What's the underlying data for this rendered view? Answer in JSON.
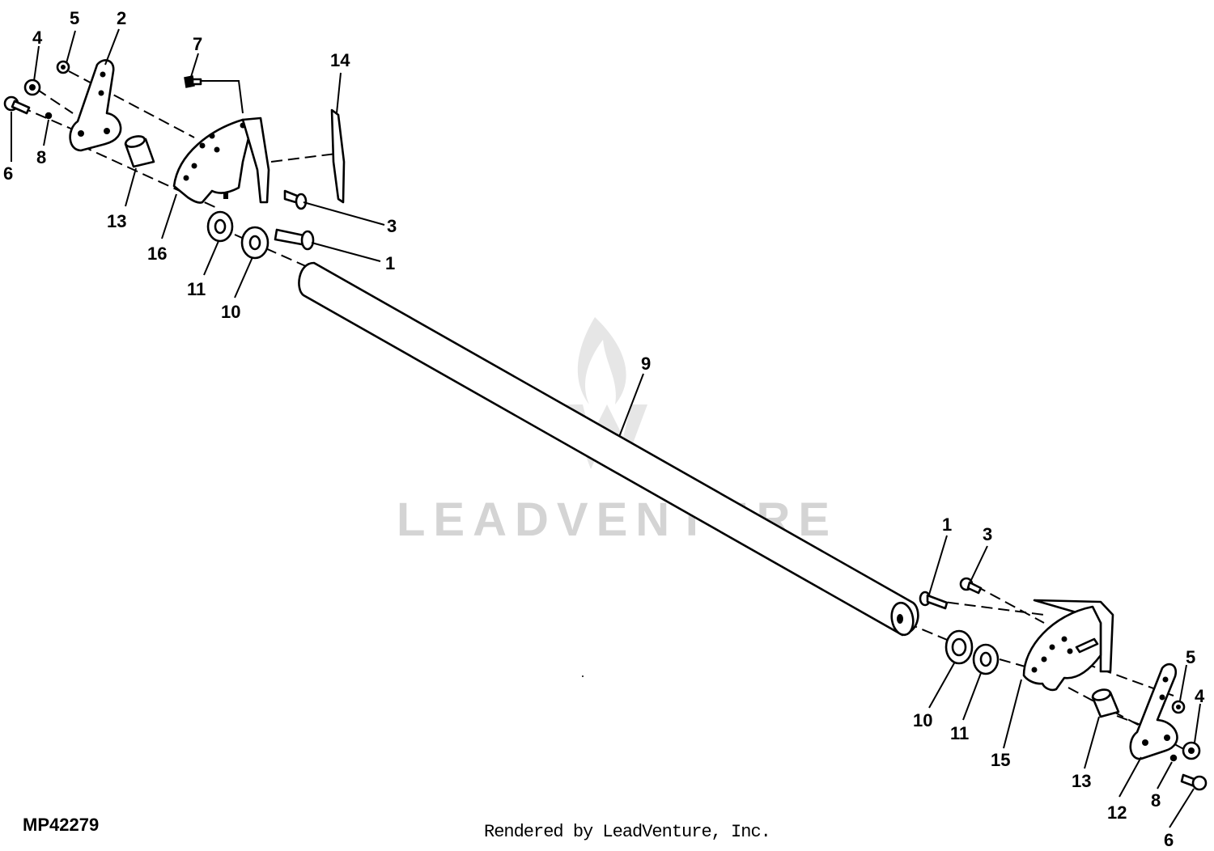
{
  "diagram": {
    "id_label": "MP42279",
    "credit": "Rendered by LeadVenture, Inc.",
    "watermark": "LEADVENTURE",
    "callouts": {
      "c1_left": "1",
      "c2": "2",
      "c3_left": "3",
      "c4_left": "4",
      "c5_left": "5",
      "c6_left": "6",
      "c7": "7",
      "c8_left": "8",
      "c9": "9",
      "c10_left": "10",
      "c11_left": "11",
      "c13_left": "13",
      "c14": "14",
      "c16": "16",
      "c1_right": "1",
      "c3_right": "3",
      "c5_right": "5",
      "c4_right": "4",
      "c10_right": "10",
      "c11_right": "11",
      "c15": "15",
      "c13_right": "13",
      "c12": "12",
      "c8_right": "8",
      "c6_right": "6"
    }
  }
}
